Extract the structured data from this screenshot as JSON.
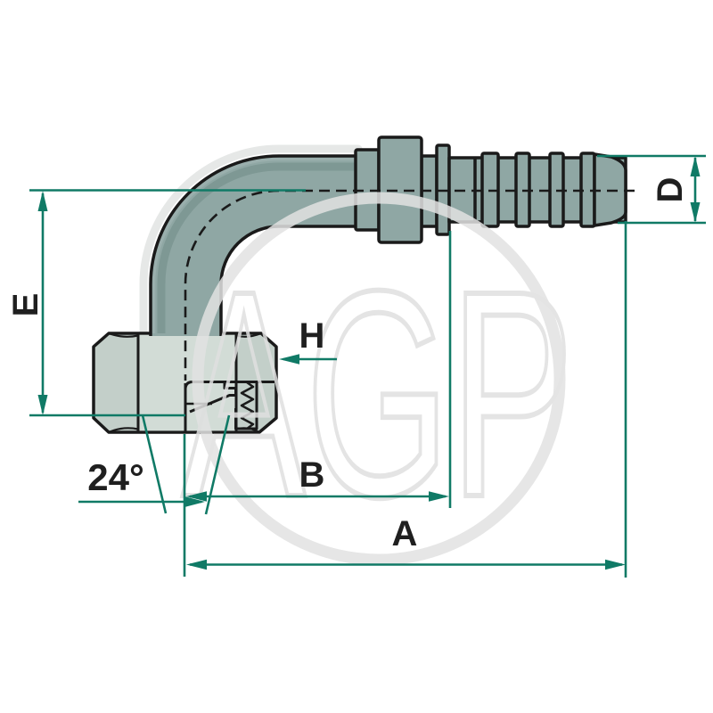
{
  "drawing": {
    "type": "technical-dimension-drawing",
    "subject": "90-degree elbow hydraulic hose fitting with female swivel nut and hose barb shank",
    "watermark_text": "AGP",
    "labels": {
      "height_e": "E",
      "hex_flats_h": "H",
      "diameter_d": "D",
      "length_b": "B",
      "length_a": "A",
      "cone_angle": "24°"
    },
    "colors": {
      "dimension_line": "#107a66",
      "outline": "#1a1a1a",
      "nut_center_facet": "#d2dcd6",
      "nut_side_facet": "#c3cfc9",
      "tube_metal": "#8fa7a4",
      "tube_shade": "#7b9592",
      "tube_highlight": "#9cb2af",
      "watermark_gray": "#e2e2e2",
      "background": "#ffffff"
    }
  }
}
